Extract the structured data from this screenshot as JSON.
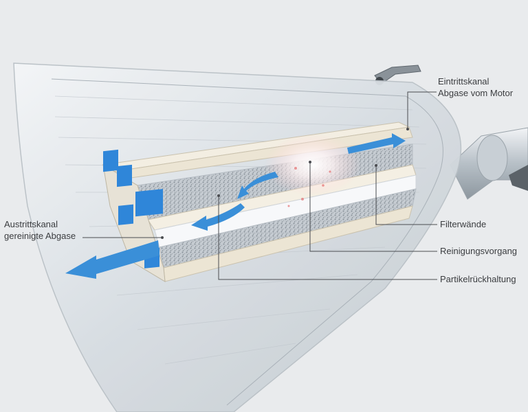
{
  "labels": {
    "inlet": {
      "line1": "Eintrittskanal",
      "line2": "Abgase vom Motor"
    },
    "outlet": {
      "line1": "Austrittskanal",
      "line2": "gereinigte Abgase"
    },
    "filter_walls": "Filterwände",
    "cleaning": "Reinigungsvorgang",
    "retention": "Partikelrückhaltung"
  },
  "colors": {
    "background": "#e9ebed",
    "housing": "#cfd5da",
    "filter_wall": "#efe9dc",
    "plug_blue": "#2f86d9",
    "arrow_blue": "#3a8fd8",
    "particles": "#9aa2ab",
    "leader_line": "#4a4c50"
  }
}
